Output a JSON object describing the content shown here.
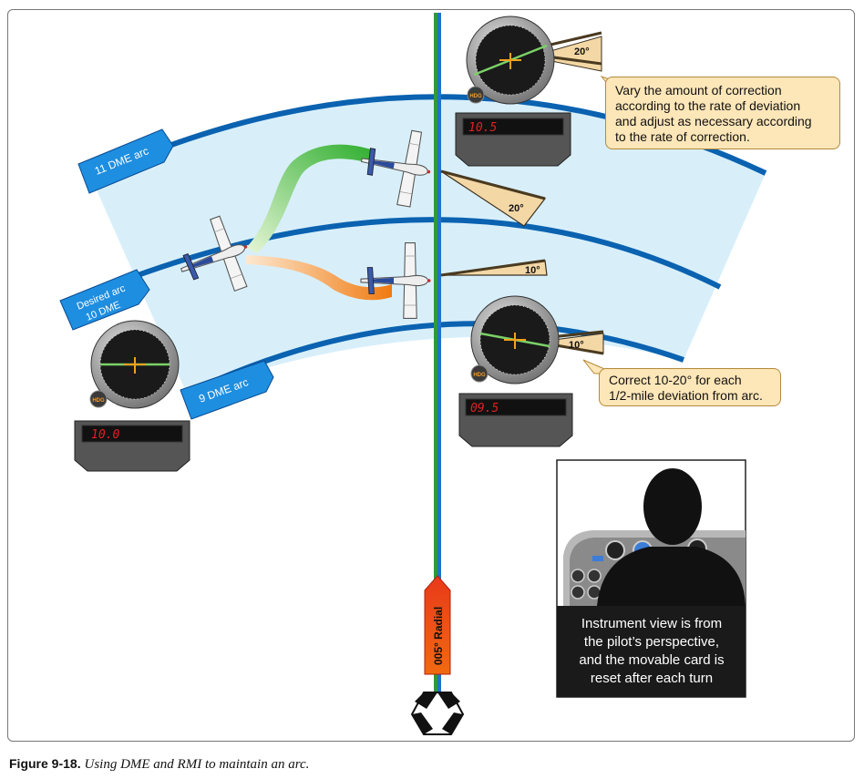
{
  "arcs": {
    "outer": "11 DME arc",
    "desired_line1": "Desired arc",
    "desired_line2": "10 DME",
    "inner": "9 DME arc"
  },
  "radial_label": "005° Radial",
  "dme_readouts": {
    "top": "10.5",
    "left": "10.0",
    "bottom": "09.5"
  },
  "hdg_label": "HDG",
  "angles": {
    "rmi_top": "20°",
    "wedge_large": "20°",
    "wedge_small": "10°",
    "rmi_bottom": "10°"
  },
  "callout_top": [
    "Vary the amount of correction",
    "according to the rate of deviation",
    "and adjust as necessary according",
    "to the rate of correction."
  ],
  "callout_bottom": [
    "Correct 10-20° for each",
    "1/2-mile deviation from arc."
  ],
  "pilot_caption": [
    "Instrument view is from",
    "the pilot’s perspective,",
    "and the movable card is",
    "reset after each turn"
  ],
  "caption": {
    "figure": "Figure 9-18.",
    "text": "Using DME and RMI to maintain an arc."
  },
  "colors": {
    "arc_blue": "#0a62b0",
    "arc_fill": "#d8effa",
    "radial_green": "#2e9a3a",
    "radial_blue": "#1e74c8",
    "callout_fill": "#fde6b8",
    "dme_red": "#e02020"
  }
}
